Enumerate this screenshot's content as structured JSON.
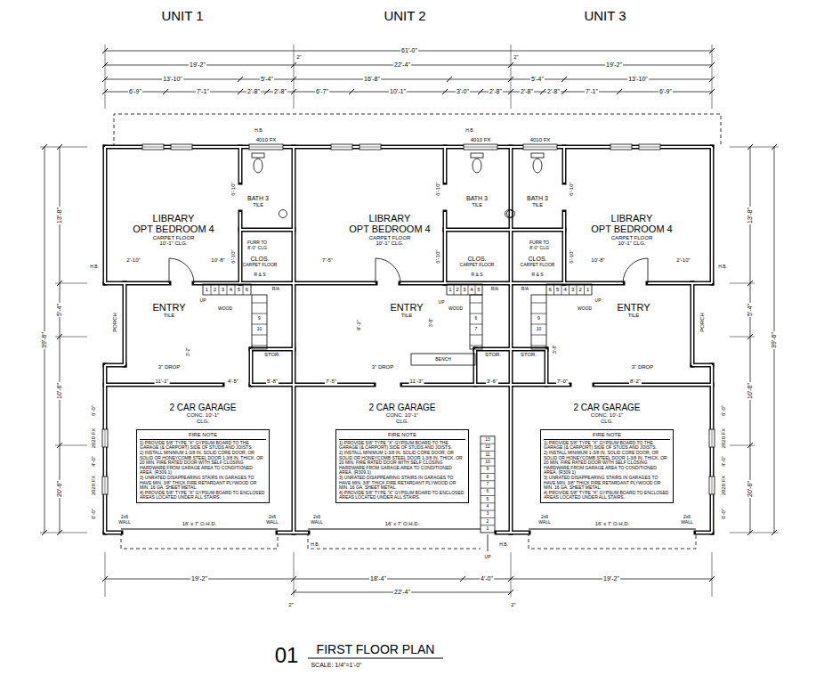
{
  "diagram": {
    "title": "FIRST FLOOR PLAN",
    "caption": "SCALE: 1/4\"=1'-0\"",
    "nodes": [
      {
        "text": [
          "LIBRARY",
          "OPT BEDROOM 4",
          "CARPET FLOOR",
          "10'-1\" CLG."
        ]
      },
      {
        "text": [
          "BATH 3",
          "TILE"
        ]
      },
      {
        "text": [
          "CLOS.",
          "CARPET FLOOR"
        ]
      },
      {
        "text": [
          "ENTRY",
          "TILE"
        ]
      },
      {
        "text": [
          "STOR."
        ]
      },
      {
        "text": [
          "2 CAR GARAGE",
          "CONC. 10'-1\" CLG."
        ]
      },
      {
        "text": [
          "FIRE NOTE",
          "1) PROVIDE 5/8\" TYPE \"X\" GYPSUM BOARD TO THE GARAGE (& CARPORT) SIDE OF STUDS AND JOISTS.",
          "2) INSTALL MINIMUM 1-3/8 IN. SOLID CORE DOOR, OR SOLID OR HONEYCOMB STEEL DOOR 1-3/8 IN. THICK, OR 20 MIN. FIRE RATED DOOR WITH SELF CLOSING HARDWARE FROM GARAGE AREA TO CONDITIONED AREA. (R309.1)",
          "3) UNRATED DISAPPEARING STAIRS IN GARAGES TO HAVE MIN. 3/8\" THICK FIRE RETARDANT PLYWOOD OR MIN. 16 GA. SHEET METAL.",
          "4) PROVIDE 5/8\" TYPE \"X\" GYPSUM BOARD TO ENCLOSED AREAS LOCATED UNDER ALL STAIRS."
        ],
        "in": 5
      },
      {
        "text": [
          "LIBRARY",
          "OPT BEDROOM 4",
          "CARPET FLOOR",
          "10'-1\" CLG."
        ]
      },
      {
        "text": [
          "BATH 3",
          "TILE"
        ]
      },
      {
        "text": [
          "CLOS.",
          "CARPET FLOOR"
        ]
      },
      {
        "text": [
          "ENTRY",
          "TILE"
        ]
      },
      {
        "text": [
          "STOR."
        ]
      },
      {
        "text": [
          "2 CAR GARAGE",
          "CONC. 10'-1\" CLG."
        ]
      },
      {
        "text": [
          "FIRE NOTE",
          "1) PROVIDE 5/8\" TYPE \"X\" GYPSUM BOARD TO THE GARAGE (& CARPORT) SIDE OF STUDS AND JOISTS.",
          "2) INSTALL MINIMUM 1-3/8 IN. SOLID CORE DOOR, OR SOLID OR HONEYCOMB STEEL DOOR 1-3/8 IN. THICK, OR 20 MIN. FIRE RATED DOOR WITH SELF CLOSING HARDWARE FROM GARAGE AREA TO CONDITIONED AREA. (R309.1)",
          "3) UNRATED DISAPPEARING STAIRS IN GARAGES TO HAVE MIN. 3/8\" THICK FIRE RETARDANT PLYWOOD OR MIN. 16 GA. SHEET METAL.",
          "4) PROVIDE 5/8\" TYPE \"X\" GYPSUM BOARD TO ENCLOSED AREAS LOCATED UNDER ALL STAIRS."
        ],
        "in": 12
      },
      {
        "text": [
          "LIBRARY",
          "OPT BEDROOM 4",
          "CARPET FLOOR",
          "10'-1\" CLG."
        ]
      },
      {
        "text": [
          "BATH 3",
          "TILE"
        ]
      },
      {
        "text": [
          "CLOS.",
          "CARPET FLOOR"
        ]
      },
      {
        "text": [
          "ENTRY",
          "TILE"
        ]
      },
      {
        "text": [
          "STOR."
        ]
      },
      {
        "text": [
          "2 CAR GARAGE",
          "CONC. 10'-1\" CLG."
        ]
      },
      {
        "text": [
          "FIRE NOTE",
          "1) PROVIDE 5/8\" TYPE \"X\" GYPSUM BOARD TO THE GARAGE (& CARPORT) SIDE OF STUDS AND JOISTS.",
          "2) INSTALL MINIMUM 1-3/8 IN. SOLID CORE DOOR, OR SOLID OR HONEYCOMB STEEL DOOR 1-3/8 IN. THICK, OR 20 MIN. FIRE RATED DOOR WITH SELF CLOSING HARDWARE FROM GARAGE AREA TO CONDITIONED AREA. (R309.1)",
          "3) UNRATED DISAPPEARING STAIRS IN GARAGES TO HAVE MIN. 3/8\" THICK FIRE RETARDANT PLYWOOD OR MIN. 16 GA. SHEET METAL.",
          "4) PROVIDE 5/8\" TYPE \"X\" GYPSUM BOARD TO ENCLOSED AREAS LOCATED UNDER ALL STAIRS."
        ],
        "in": 19
      }
    ],
    "labels": [
      "UNIT 1",
      "UNIT 2",
      "UNIT 3",
      "61'-0\"",
      "2\"",
      "2\"",
      "19'-2\"",
      "22'-4\"",
      "19'-2\"",
      "13'-10\"",
      "5'-4\"",
      "16'-8\"",
      "5'-4\"",
      "13'-10\"",
      "6'-9\"",
      "7'-1\"",
      "2'-8\"",
      "2'-8\"",
      "6'-7\"",
      "10'-1\"",
      "3'-0\"",
      "2'-8\"",
      "2'-8\"",
      "2'-8\"",
      "7'-1\"",
      "6'-9\"",
      "4010 FX",
      "4010 FX",
      "4010 FX",
      "H.B.",
      "H.B.",
      "H.B.",
      "H.B.",
      "H.B.",
      "H.B.",
      "39'-6\"",
      "13'-8\"",
      "5'-4\"",
      "10'-6\"",
      "20'-6\"",
      "6'-0\"",
      "2020 FX",
      "4'-0\"",
      "2020 FX",
      "6'-0\"",
      "13'-8\"",
      "5'-4\"",
      "39'-6\"",
      "10'-6\"",
      "20'-6\"",
      "6'-0\"",
      "2020 FX",
      "4'-0\"",
      "2020 FX",
      "6'-0\"",
      "6'-10\"",
      "6'-10\"",
      "2'-10\"",
      "10'-8\"",
      "FURR TO 8'-0\" CLG",
      "R & S",
      "1",
      "2",
      "3",
      "4",
      "5",
      "6",
      "R/A",
      "9",
      "10",
      "UP",
      "WOOD",
      "3'-2\"",
      "3\" DROP",
      "11'-1\"",
      "4'-5\"",
      "5'-8\"",
      "PORCH",
      "6'-10\"",
      "6'-10\"",
      "7'-5\"",
      "R & S",
      "3'-8\"",
      "UP",
      "WOOD",
      "1",
      "2",
      "3",
      "4",
      "5",
      "R/A",
      "6",
      "7",
      "9'-2\"",
      "BENCH",
      "3\" DROP",
      "7'-5\"",
      "11'-3\"",
      "3'-6\"",
      "6'-10\"",
      "6'-10\"",
      "FURR TO 8'-0\" CLG",
      "R & S",
      "R/A",
      "6",
      "5",
      "4",
      "3",
      "2",
      "1",
      "UP",
      "WOOD",
      "10'-8\"",
      "2'-10\"",
      "9",
      "10",
      "3'-8\"",
      "3\" DROP",
      "7'-0\"",
      "8'-2\"",
      "PORCH",
      "2x6 WALL",
      "16' x 7' O.H.D.",
      "2x6 WALL",
      "2x6 WALL",
      "16' x 7' O.H.D.",
      "2x6 WALL",
      "16' x 7' O.H.D.",
      "2x6 WALL",
      "13",
      "12",
      "11",
      "10",
      "9",
      "8",
      "7",
      "6",
      "5",
      "4",
      "3",
      "2",
      "1",
      "UP",
      "19'-2\"",
      "18'-4\"",
      "4'-0\"",
      "19'-2\"",
      "22'-4\"",
      "2\"",
      "2\"",
      "01"
    ]
  }
}
